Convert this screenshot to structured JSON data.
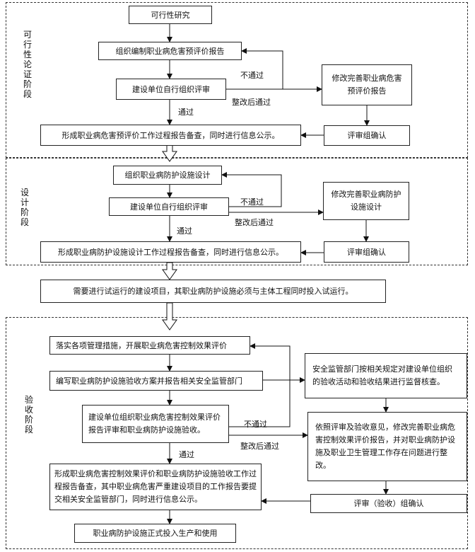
{
  "stages": {
    "feasibility": "可行性论证阶段",
    "design": "设计阶段",
    "acceptance": "验收阶段"
  },
  "feasibility": {
    "research": "可行性研究",
    "organize_report": "组织编制职业病危害预评价报告",
    "self_review": "建设单位自行组织评审",
    "revise": "修改完善职业病危害预评价报告",
    "confirm": "评审组确认",
    "filing": "形成职业病危害预评价工作过程报告备查，同时进行信息公示。"
  },
  "design": {
    "organize_design": "组织职业病防护设施设计",
    "self_review": "建设单位自行组织评审",
    "revise": "修改完善职业病防护设施设计",
    "confirm": "评审组确认",
    "filing": "形成职业病防护设施设计工作过程报告备查，同时进行信息公示。"
  },
  "trial_run": "需要进行试运行的建设项目，其职业病防护设施必须与主体工程同时投入试运行。",
  "acceptance": {
    "implement": "落实各项管理措施，开展职业病危害控制效果评价",
    "plan": "编写职业病防护设施验收方案并报告相关安全监管部门",
    "self_review": "建设单位组织职业病危害控制效果评价报告评审和职业病防护设施验收。",
    "supervision": "安全监管部门按相关规定对建设单位组织的验收活动和验收结果进行监督核查。",
    "revise": "依照评审及验收意见，修改完善职业病危害控制效果评价报告，并对职业病防护设施及职业卫生管理工作存在问题进行整改。",
    "confirm": "评审（验收）组确认",
    "filing": "形成职业病危害控制效果评价和职业病防护设施验收工作过程报告备查，其中职业病危害严重建设项目的工作报告要提交相关安全监管部门，同时进行信息公示。",
    "final": "职业病防护设施正式投入生产和使用"
  },
  "labels": {
    "fail": "不通过",
    "pass": "通过",
    "pass_after_fix": "整改后通过"
  }
}
